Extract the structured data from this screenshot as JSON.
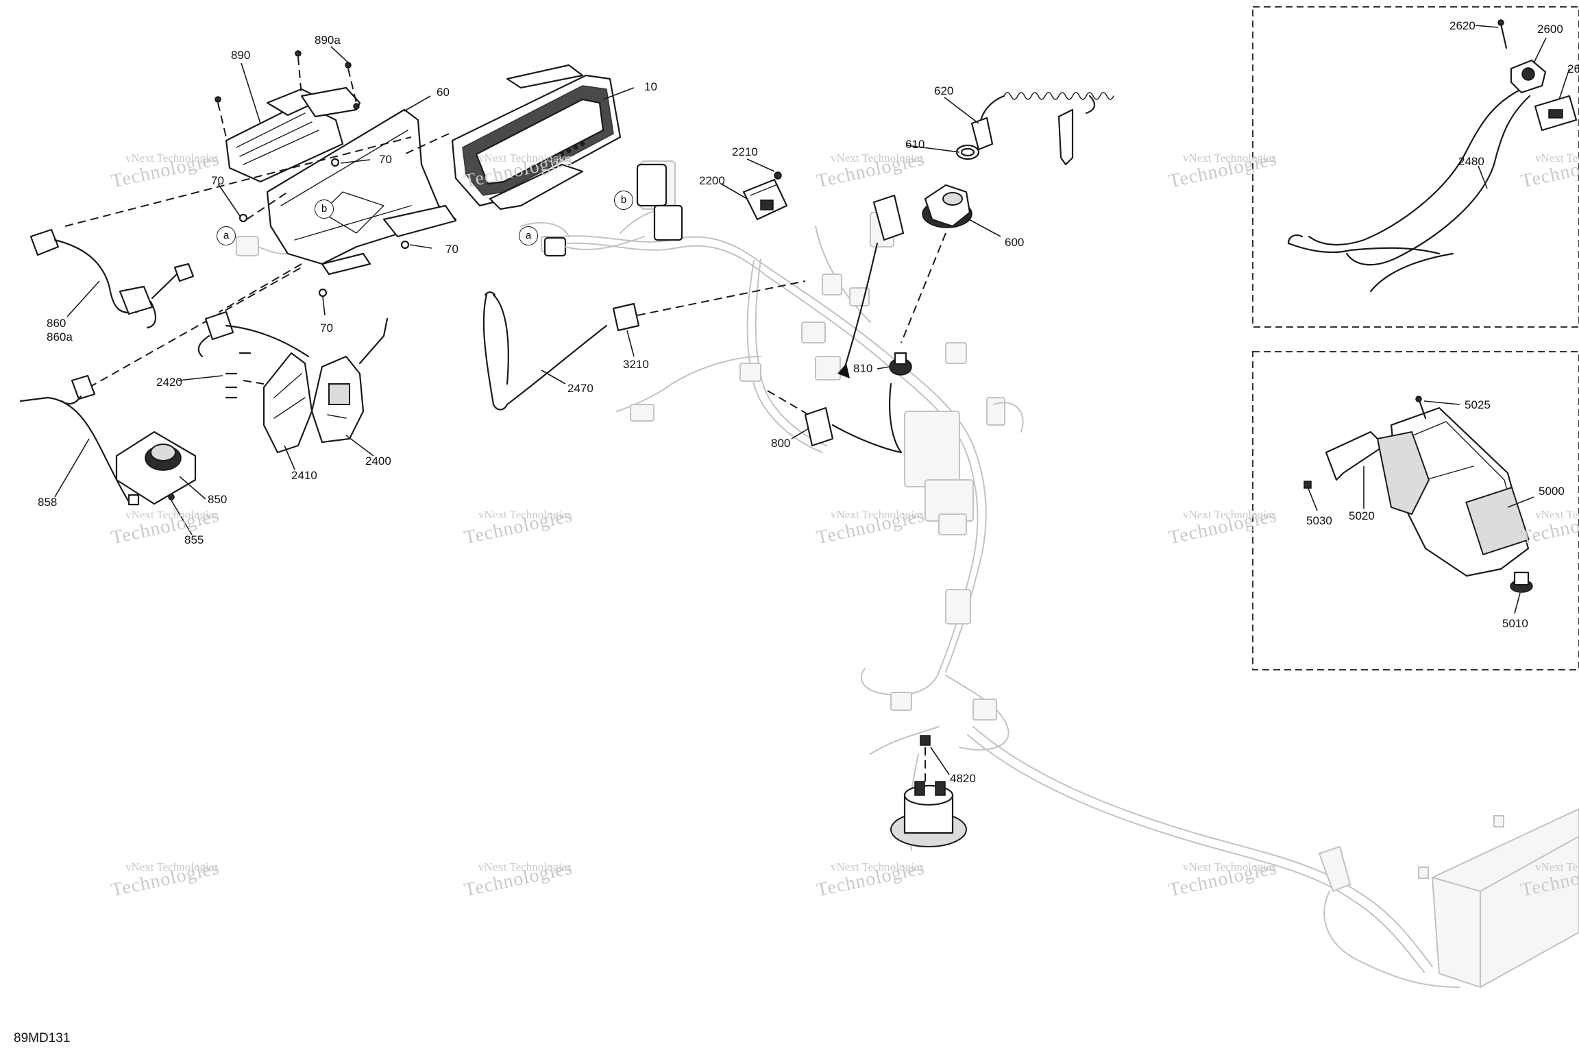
{
  "drawing_id": "89MD131",
  "watermark": {
    "line1": "vNext Technologies",
    "line2": "Technologies"
  },
  "reference_markers": {
    "a": "a",
    "b": "b"
  },
  "callouts": {
    "c890": "890",
    "c890a": "890a",
    "c60": "60",
    "c10": "10",
    "c70_a": "70",
    "c70_b": "70",
    "c70_c": "70",
    "c70_d": "70",
    "c860": "860",
    "c860a": "860a",
    "c2420": "2420",
    "c2410": "2410",
    "c2400": "2400",
    "c858": "858",
    "c850": "850",
    "c855": "855",
    "c2470": "2470",
    "c3210": "3210",
    "c2210": "2210",
    "c2200": "2200",
    "c620": "620",
    "c610": "610",
    "c600": "600",
    "c810": "810",
    "c800": "800",
    "c4820": "4820",
    "c2620": "2620",
    "c2600": "2600",
    "c26": "26",
    "c2480": "2480",
    "c5025": "5025",
    "c5000": "5000",
    "c5020": "5020",
    "c5030": "5030",
    "c5010": "5010"
  }
}
